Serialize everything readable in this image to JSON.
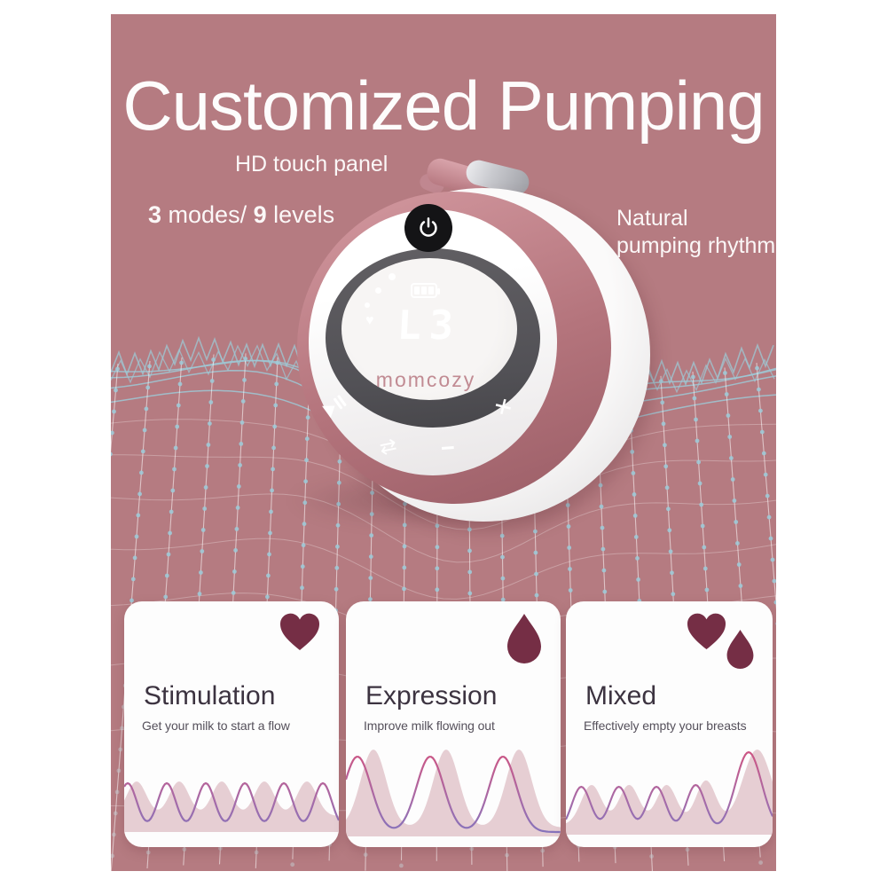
{
  "colors": {
    "panel_bg": "#b57b81",
    "accent_maroon": "#752e45",
    "mesh_blue": "#9ec9d6",
    "wave_fill": "#e6ced3",
    "wave_line_top": "#d2537f",
    "wave_line_bottom": "#7776c4",
    "brand_pink": "#c18b93",
    "dark_ring": "#58575a"
  },
  "header": {
    "title": "Customized Pumping"
  },
  "features": {
    "hd_panel": "HD touch panel",
    "modes_count": "3",
    "modes_text": " modes/ ",
    "levels_count": "9",
    "levels_text": " levels",
    "natural_line1": "Natural",
    "natural_line2": "pumping rhythm"
  },
  "device": {
    "brand": "momcozy",
    "display_level": "L3",
    "battery": "3 bars",
    "icons": [
      "power-icon",
      "play-pause-icon",
      "mode-switch-icon",
      "minus-icon",
      "plus-icon",
      "heart-icon",
      "battery-icon"
    ]
  },
  "glyphs": {
    "heart": "♥",
    "mode_switch": "⇄",
    "minus": "−",
    "plus": "+"
  },
  "cards": [
    {
      "title": "Stimulation",
      "desc": "Get your milk to start a flow",
      "icons": [
        "heart"
      ]
    },
    {
      "title": "Expression",
      "desc": "Improve milk flowing out",
      "icons": [
        "drop"
      ]
    },
    {
      "title": "Mixed",
      "desc": "Effectively empty your breasts",
      "icons": [
        "heart",
        "drop"
      ]
    }
  ]
}
